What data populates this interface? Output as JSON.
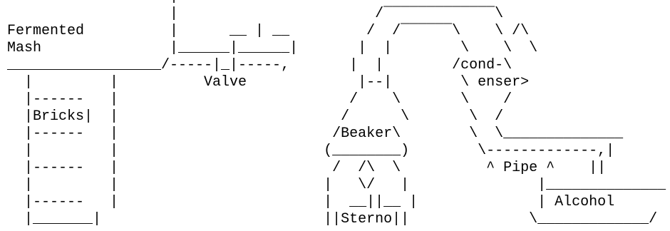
{
  "diagram": {
    "lines": [
      "                   |",
      "                   |                       /‾‾‾‾‾‾‾‾‾‾‾‾‾\\",
      "Fermented          |      __ | __         /  /‾‾‾‾‾‾\\    \\ /\\",
      "Mash               |______|______|       |  |        \\    \\  \\",
      "__________________/-----|_|-----,       |  |        /cond-\\",
      "  |         |          Valve             |--|        \\ enser>",
      "  |------   |                           /    \\       \\    /",
      "  |Bricks|  |                          /      \\       \\  /",
      "  |------   |                         /Beaker\\        \\  \\______________",
      "  |         |                        (________)        \\-------------,|",
      "  |------   |                         /  /\\  \\          ^ Pipe ^    ||",
      "  |         |                        |   \\/   |               |______________",
      "  |------   |                        |  __||__ |              | Alcohol",
      "  |_______|                          ||Sterno||              \\_____________/"
    ]
  }
}
